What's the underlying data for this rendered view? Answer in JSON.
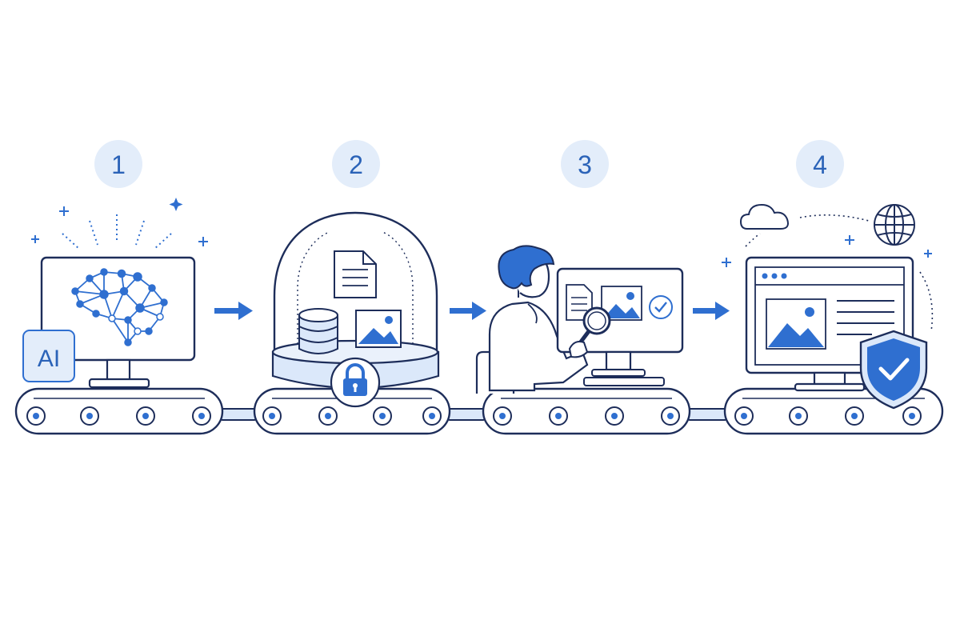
{
  "steps": [
    {
      "number": "1",
      "icon": "ai-brain-monitor-icon"
    },
    {
      "number": "2",
      "icon": "secure-dome-storage-icon"
    },
    {
      "number": "3",
      "icon": "human-review-icon"
    },
    {
      "number": "4",
      "icon": "secure-publish-icon"
    }
  ],
  "ai_badge": "AI",
  "colors": {
    "line": "#1d2d5a",
    "accent": "#2f6fd0",
    "light_blue": "#dbe8fa",
    "badge_bg": "#e3edfa",
    "badge_text": "#2b63b8"
  }
}
